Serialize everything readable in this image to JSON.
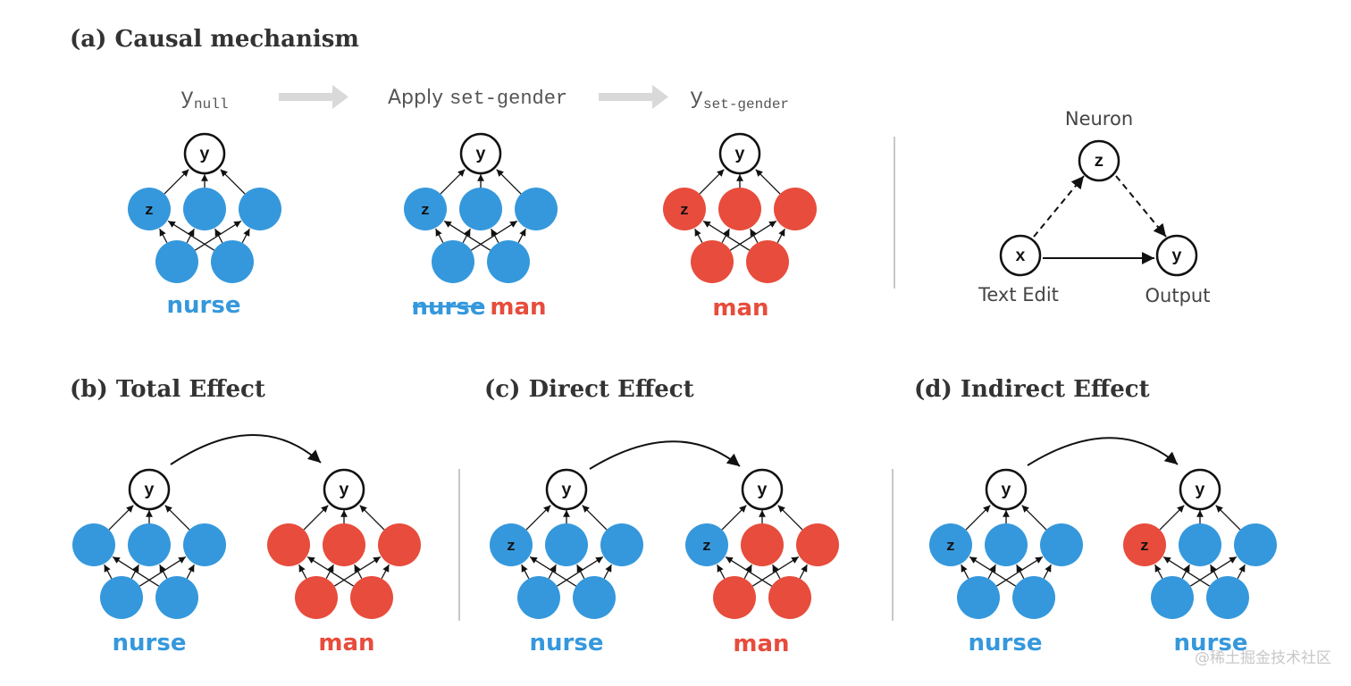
{
  "colors": {
    "blue": "#3598DC",
    "red": "#E74C3C",
    "ink": "#111111",
    "gray_arrow": "#d9d9d9",
    "divider": "#c8c8c8"
  },
  "sections": {
    "a_title": "(a) Causal mechanism",
    "b_title": "(b) Total Effect",
    "c_title": "(c) Direct Effect",
    "d_title": "(d) Indirect Effect"
  },
  "panel_a": {
    "y_null_main": "y",
    "y_null_sub": "null",
    "apply_prefix": "Apply ",
    "apply_code": "set-gender",
    "y_set_main": "y",
    "y_set_sub": "set-gender",
    "net1_word": "nurse",
    "net2_word_struck": "nurse",
    "net2_word": "man",
    "net3_word": "man"
  },
  "mini_dag": {
    "neuron_label": "Neuron",
    "text_edit_label": "Text Edit",
    "output_label": "Output",
    "node_z": "z",
    "node_x": "x",
    "node_y": "y"
  },
  "node_labels": {
    "y": "y",
    "z": "z"
  },
  "panel_b": {
    "left_word": "nurse",
    "right_word": "man"
  },
  "panel_c": {
    "left_word": "nurse",
    "right_word": "man"
  },
  "panel_d": {
    "left_word": "nurse",
    "right_word": "nurse"
  },
  "watermark": "@稀土掘金技术社区"
}
